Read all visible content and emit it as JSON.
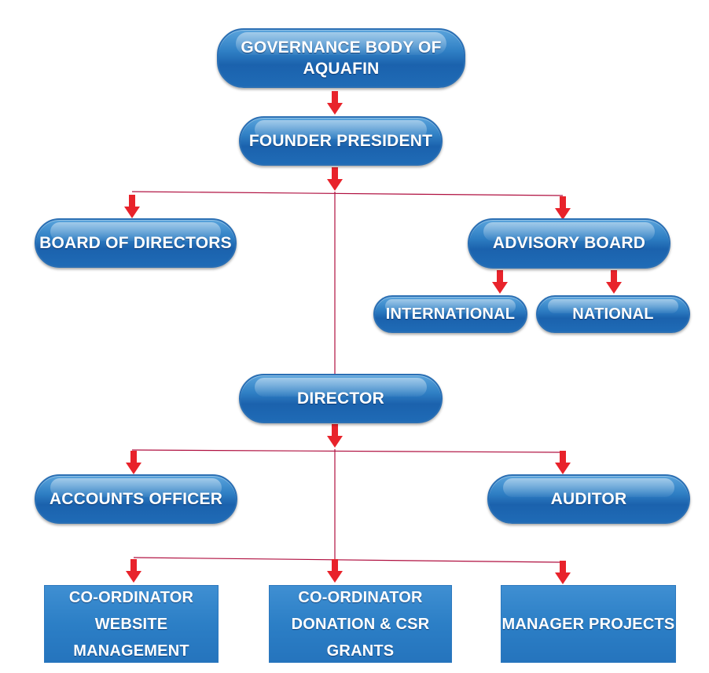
{
  "nodes": {
    "governance": {
      "line1": "GOVERNANCE BODY OF",
      "line2": "AQUAFIN"
    },
    "founder": "FOUNDER PRESIDENT",
    "board": "BOARD OF DIRECTORS",
    "advisory": "ADVISORY BOARD",
    "international": "INTERNATIONAL",
    "national": "NATIONAL",
    "director": "DIRECTOR",
    "accounts": "ACCOUNTS OFFICER",
    "auditor": "AUDITOR",
    "coord_web": {
      "line1": "CO-ORDINATOR",
      "line2": "WEBSITE MANAGEMENT"
    },
    "coord_donation": {
      "line1": "CO-ORDINATOR",
      "line2": "DONATION & CSR GRANTS"
    },
    "manager": "MANAGER PROJECTS"
  },
  "colors": {
    "arrow": "#e8232b",
    "connector": "#b01040",
    "node_blue": "#1f6bb6"
  }
}
